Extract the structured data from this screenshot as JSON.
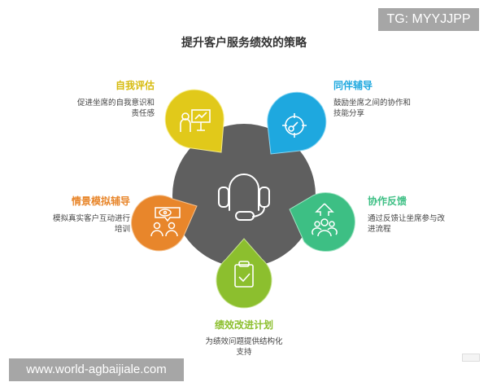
{
  "title": "提升客户服务绩效的策略",
  "watermarks": {
    "top_right": "TG: MYYJJPP",
    "bottom_left": "www.world-agbaijiale.com"
  },
  "center": {
    "icon": "headset-icon",
    "color": "#5f5f5f"
  },
  "strategies": [
    {
      "label": "自我评估",
      "desc_line1": "促进坐席的自我意识和",
      "desc_line2": "责任感",
      "color": "#e1c91a",
      "icon": "presentation-icon"
    },
    {
      "label": "同伴辅导",
      "desc_line1": "鼓励坐席之间的协作和",
      "desc_line2": "技能分享",
      "color": "#1ea8df",
      "icon": "target-gauge-icon"
    },
    {
      "label": "协作反馈",
      "desc_line1": "通过反馈让坐席参与改",
      "desc_line2": "进流程",
      "color": "#3dbf84",
      "icon": "team-growth-icon"
    },
    {
      "label": "绩效改进计划",
      "desc_line1": "为绩效问题提供结构化",
      "desc_line2": "支持",
      "color": "#8cbf2e",
      "icon": "clipboard-check-icon"
    },
    {
      "label": "情景模拟辅导",
      "desc_line1": "模拟真实客户互动进行",
      "desc_line2": "培训",
      "color": "#e8862b",
      "icon": "eye-chat-people-icon"
    }
  ]
}
